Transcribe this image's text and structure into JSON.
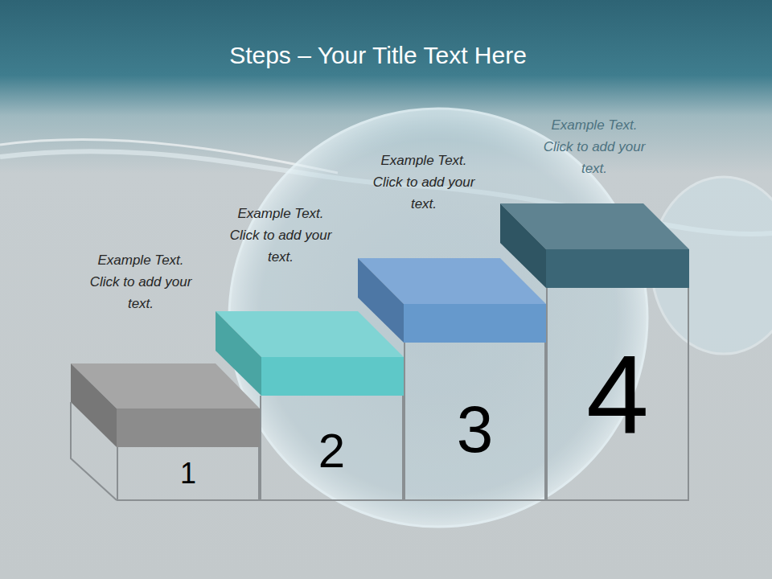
{
  "diagram": {
    "title": "Steps – Your Title Text Here",
    "nodes": [
      {
        "text": [
          "1"
        ]
      },
      {
        "text": [
          "2"
        ]
      },
      {
        "text": [
          "3"
        ]
      },
      {
        "text": [
          "4"
        ]
      }
    ],
    "labels": [
      "Example Text. Click to add your text.",
      "Example Text. Click to add your text.",
      "Example Text. Click to add your text.",
      "Example Text. Click to add your text."
    ]
  }
}
